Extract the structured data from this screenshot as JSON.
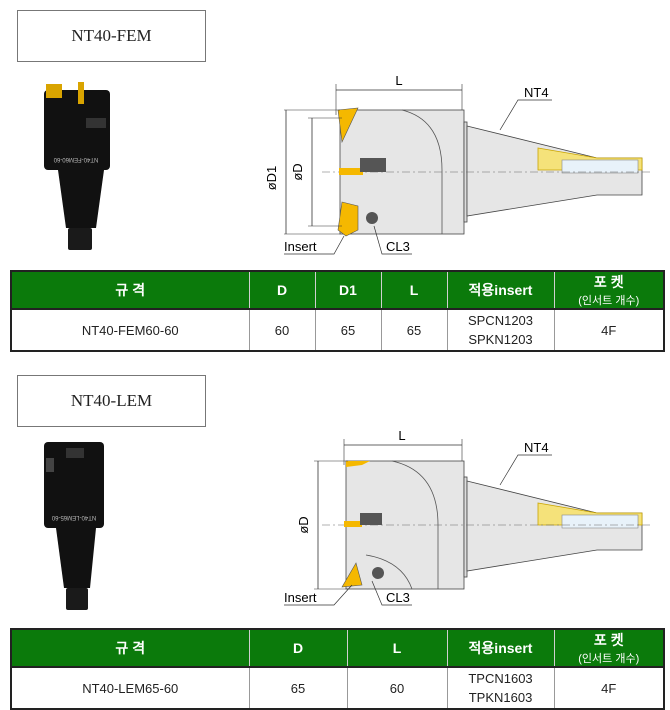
{
  "sections": [
    {
      "title": "NT40-FEM",
      "photo_engraving": "NT40-FEM60-60",
      "drawing": {
        "L": "L",
        "D1": "øD1",
        "D": "øD",
        "NT4": "NT4",
        "insert": "Insert",
        "CL3": "CL3"
      },
      "table": {
        "headers": [
          "규 격",
          "D",
          "D1",
          "L",
          "적용insert",
          "포 켓",
          "(인서트 개수)"
        ],
        "row": {
          "spec": "NT40-FEM60-60",
          "D": "60",
          "D1": "65",
          "L": "65",
          "insert1": "SPCN1203",
          "insert2": "SPKN1203",
          "pocket": "4F"
        }
      }
    },
    {
      "title": "NT40-LEM",
      "photo_engraving": "NT40-LEM65-60",
      "drawing": {
        "L": "L",
        "D": "øD",
        "NT4": "NT4",
        "insert": "Insert",
        "CL3": "CL3"
      },
      "table": {
        "headers": [
          "규 격",
          "D",
          "L",
          "적용insert",
          "포 켓",
          "(인서트 개수)"
        ],
        "row": {
          "spec": "NT40-LEM65-60",
          "D": "65",
          "L": "60",
          "insert1": "TPCN1603",
          "insert2": "TPKN1603",
          "pocket": "4F"
        }
      }
    }
  ],
  "colors": {
    "header_green": "#0b7a0b",
    "insert_yellow": "#f5b800"
  }
}
